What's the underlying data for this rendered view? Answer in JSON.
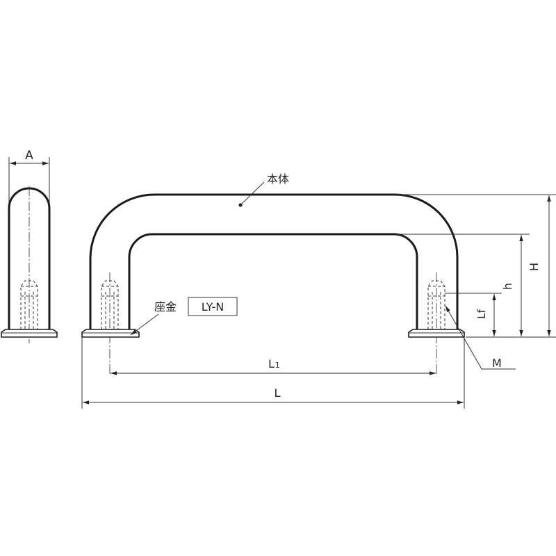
{
  "labels": {
    "body": "本体",
    "washer": "座金",
    "washer_code": "LY-N",
    "dim_A": "A",
    "dim_H": "H",
    "dim_h": "h",
    "dim_Lf": "Lf",
    "dim_L1_main": "L",
    "dim_L1_sub": "1",
    "dim_L": "L",
    "dim_M": "M"
  }
}
